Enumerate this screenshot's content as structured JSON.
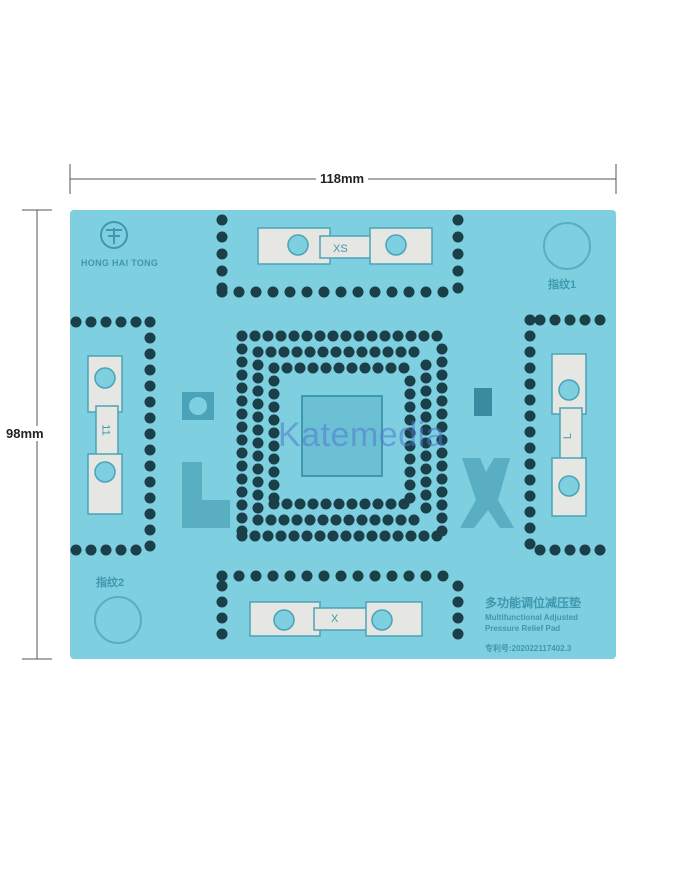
{
  "dimensions": {
    "width_label": "118mm",
    "height_label": "98mm"
  },
  "pad": {
    "color": "#7ecfe0",
    "brand": "HONG HAI TONG",
    "fingerprint_1": "指纹1",
    "fingerprint_2": "指纹2",
    "top_slot_label": "XS",
    "bottom_slot_label": "X",
    "left_slot_label": "11",
    "right_slot_label": "L",
    "product_name_cn": "多功能调位减压垫",
    "product_name_en_1": "Multifunctional Adjusted",
    "product_name_en_2": "Pressure Relief Pad",
    "patent": "专利号:202022117402.3"
  },
  "watermark": {
    "text": "Katemedia",
    "color": "#5078d2"
  }
}
